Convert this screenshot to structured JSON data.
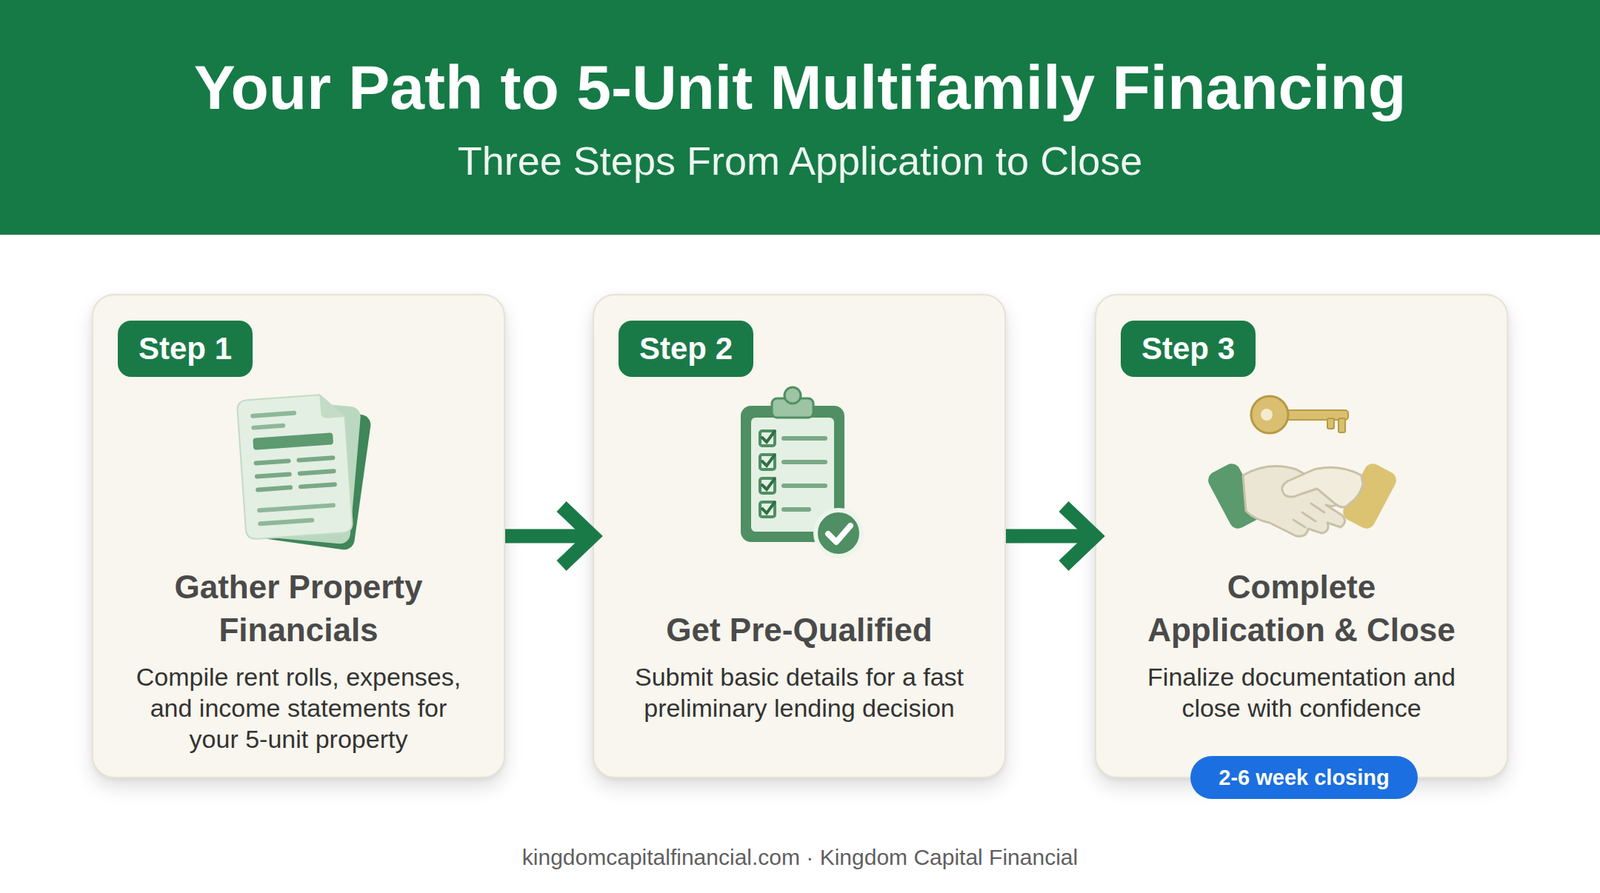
{
  "diagram": {
    "title": "Your Path to 5-Unit Multifamily Financing",
    "nodes": [
      {
        "text": [
          "Gather Property Financials",
          "Compile rent rolls, expenses, and income statements for your 5-unit property"
        ]
      },
      {
        "text": [
          "Step 1"
        ],
        "in": 0
      },
      {
        "text": [
          "Get Pre-Qualified",
          "Submit basic details for a fast preliminary lending decision"
        ]
      },
      {
        "text": [
          "Step 2"
        ],
        "in": 2
      },
      {
        "text": [
          "Complete Application & Close",
          "Finalize documentation and close with confidence"
        ]
      },
      {
        "text": [
          "Step 3"
        ],
        "in": 4
      },
      {
        "text": [
          "2-6 week closing"
        ],
        "in": 4
      }
    ],
    "edges": [
      {
        "from": 0,
        "to": 2,
        "arrow": "to"
      },
      {
        "from": 2,
        "to": 4,
        "arrow": "to"
      }
    ],
    "labels": [
      "Three Steps From Application to Close",
      "kingdomcapitalfinancial.com · Kingdom Capital Financial"
    ]
  }
}
